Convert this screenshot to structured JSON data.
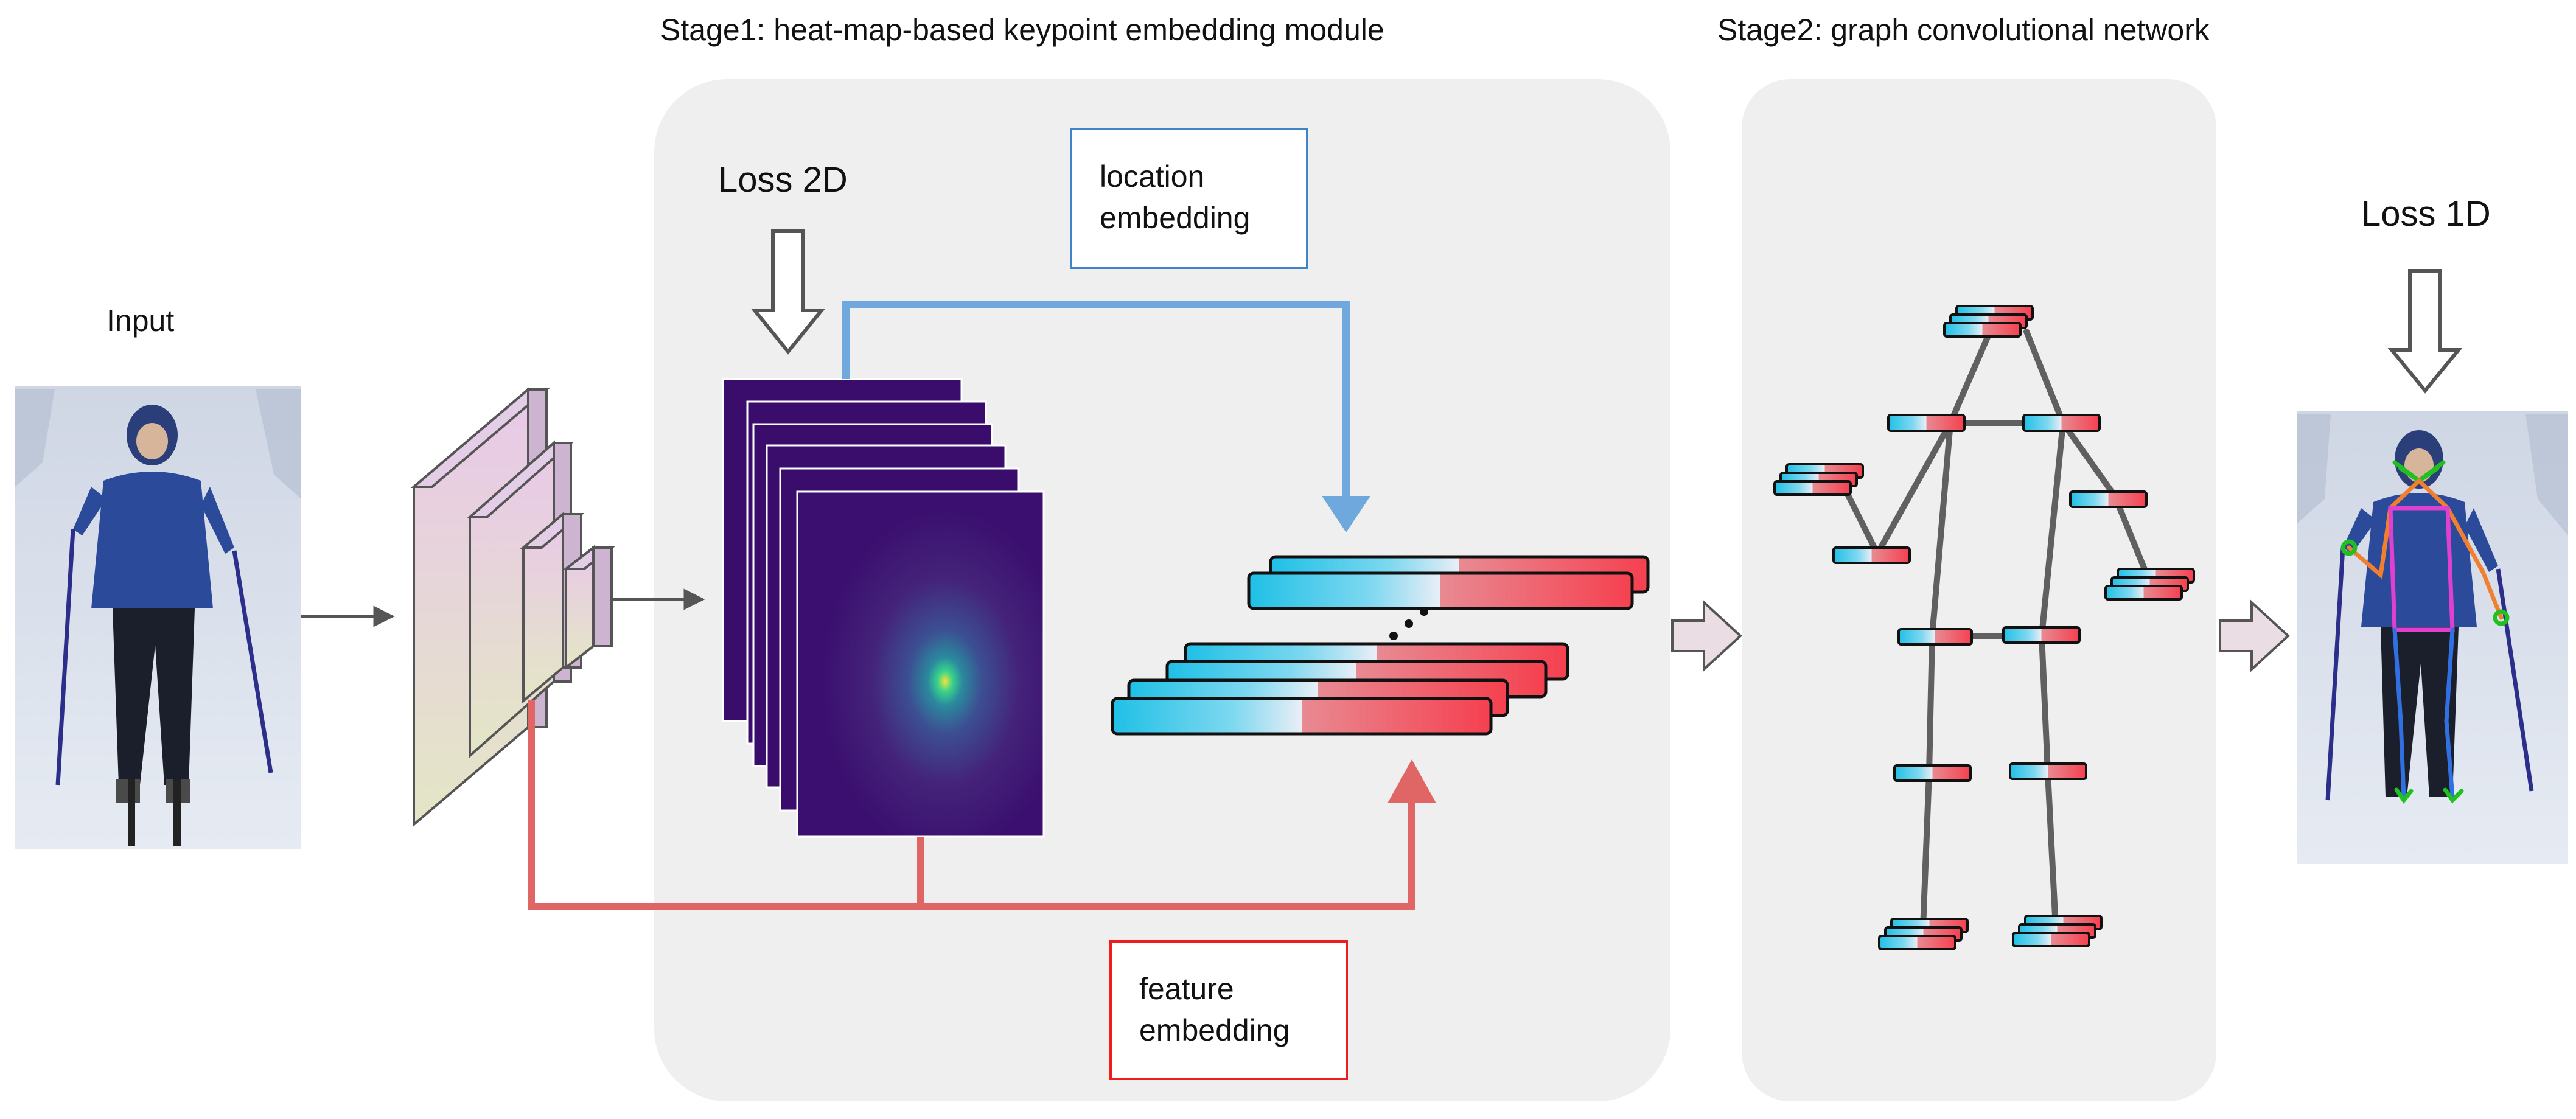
{
  "stage1": {
    "title": "Stage1: heat-map-based keypoint embedding module"
  },
  "stage2": {
    "title": "Stage2: graph convolutional network"
  },
  "input": {
    "label": "Input"
  },
  "loss2d": {
    "label": "Loss 2D"
  },
  "loss1d": {
    "label": "Loss 1D"
  },
  "location_embedding": {
    "line1": "location",
    "line2": "embedding"
  },
  "feature_embedding": {
    "line1": "feature",
    "line2": "embedding"
  },
  "colors": {
    "panel": "#efefef",
    "location_arrow": "#6fa8dc",
    "feature_arrow": "#e06666",
    "embed_cyan": "#2bc4e8",
    "embed_red": "#f0505e",
    "heatmap": "#3b0f6f",
    "skeleton": "#606060"
  },
  "icons": [
    "photo-input-skier",
    "backbone-feature-maps",
    "heatmap-stack",
    "embedding-vectors",
    "graph-skeleton",
    "photo-output-pose"
  ]
}
